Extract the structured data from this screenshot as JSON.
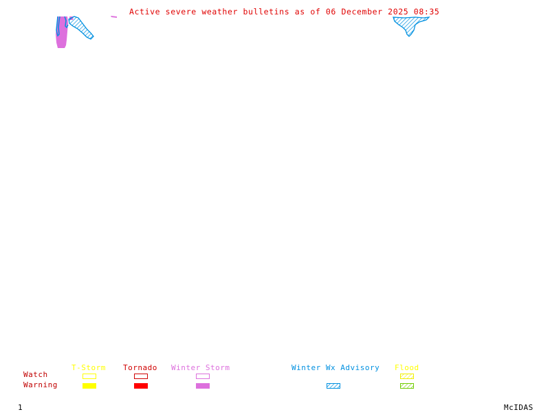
{
  "header": {
    "title": "Active severe weather bulletins as of 06 December 2025 08:35"
  },
  "map": {
    "regions": [
      {
        "type": "Winter Storm",
        "status": "Warning",
        "color": "#dd70dd",
        "location": "northwest"
      },
      {
        "type": "Winter Wx Advisory",
        "status": "Warning",
        "color": "#0090e0",
        "location": "northwest"
      },
      {
        "type": "Winter Wx Advisory",
        "status": "Warning",
        "color": "#0090e0",
        "location": "northeast"
      }
    ]
  },
  "legend": {
    "rows": [
      "Watch",
      "Warning"
    ],
    "categories": [
      {
        "label": "T-Storm",
        "color": "#ffff00",
        "watch": "outline",
        "warning": "solid"
      },
      {
        "label": "Tornado",
        "color": "#ff0000",
        "label_color": "#d00000",
        "watch": "outline",
        "warning": "solid"
      },
      {
        "label": "Winter Storm",
        "color": "#dd70dd",
        "watch": "outline",
        "warning": "solid"
      },
      {
        "label": "Winter Wx Advisory",
        "color": "#0090e0",
        "watch": "none",
        "warning": "hatched"
      },
      {
        "label": "Flood",
        "color": "#ffff00",
        "warning_color": "#70cc00",
        "watch": "hatched",
        "warning": "hatched"
      }
    ]
  },
  "footer": {
    "page": "1",
    "brand": "McIDAS"
  }
}
